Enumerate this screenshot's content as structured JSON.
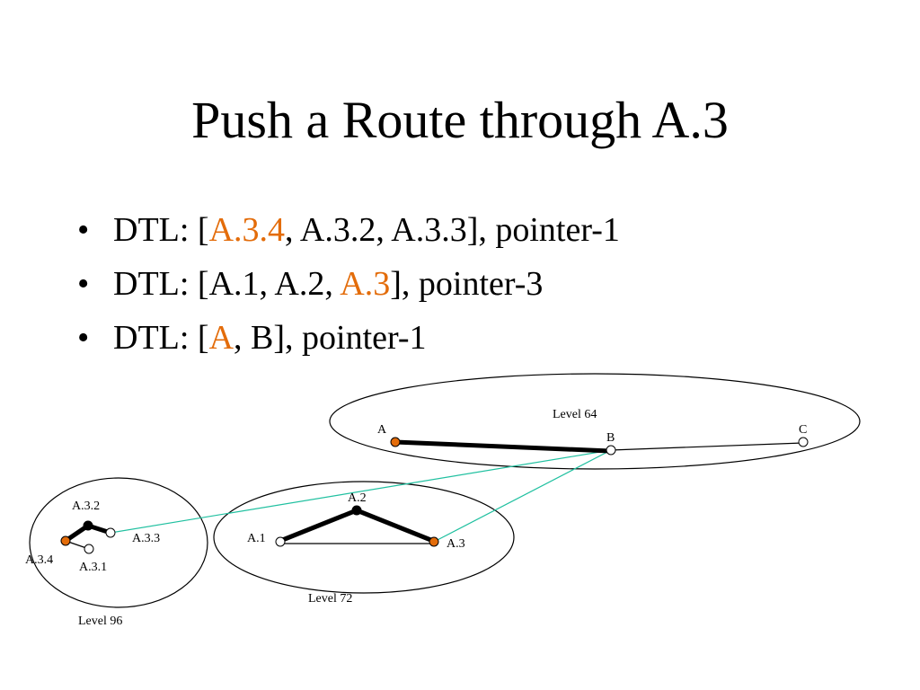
{
  "title": "Push a Route through A.3",
  "bullet_symbol": "•",
  "bullets": [
    {
      "prefix": "DTL: [",
      "highlight": "A.3.4",
      "suffix": ", A.3.2, A.3.3], pointer-1"
    },
    {
      "prefix": "DTL: [A.1, A.2, ",
      "highlight": "A.3",
      "suffix": "], pointer-3"
    },
    {
      "prefix": "DTL: [",
      "highlight": "A",
      "suffix": ", B], pointer-1"
    }
  ],
  "colors": {
    "highlight": "#e36c0a",
    "active_node": "#e36c0a",
    "link": "#20c0a0"
  },
  "diagram": {
    "groups": {
      "level64": "Level 64",
      "level72": "Level 72",
      "level96": "Level 96"
    },
    "nodes": {
      "A": "A",
      "B": "B",
      "C": "C",
      "A1": "A.1",
      "A2": "A.2",
      "A3": "A.3",
      "A31": "A.3.1",
      "A32": "A.3.2",
      "A33": "A.3.3",
      "A34": "A.3.4"
    }
  }
}
